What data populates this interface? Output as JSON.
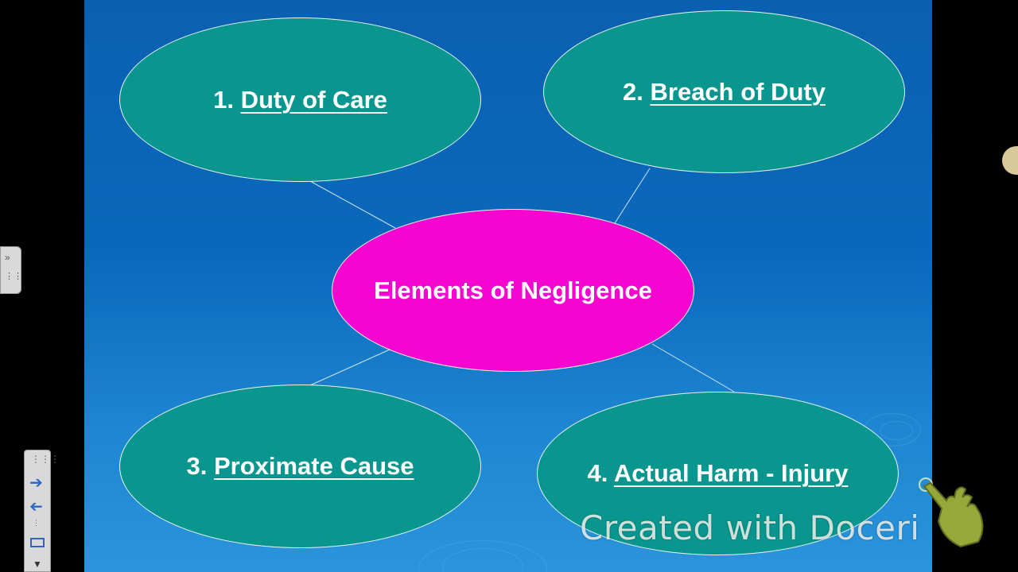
{
  "diagram": {
    "center": "Elements of Negligence",
    "nodes": [
      {
        "number": "1.",
        "label": "Duty of Care"
      },
      {
        "number": "2.",
        "label": "Breach of Duty"
      },
      {
        "number": "3.",
        "label": "Proximate Cause"
      },
      {
        "number": "4.",
        "label": "Actual Harm - Injury"
      }
    ]
  },
  "watermark": "Created with Doceri",
  "colors": {
    "slide_bg": "#0a69bd",
    "node_fill": "#09968f",
    "center_fill": "#f505cf",
    "text": "#ffffff"
  },
  "icons": {
    "left_panel": "expand-panel-icon",
    "toolbar": [
      "grid-icon",
      "arrow-right-icon",
      "arrow-left-icon",
      "page-icon",
      "screen-icon",
      "chevron-down-icon"
    ],
    "pointer": "hand-pointer-icon"
  }
}
